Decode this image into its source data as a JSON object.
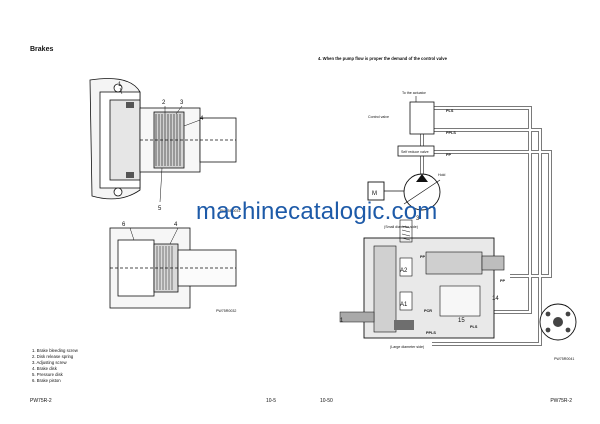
{
  "left_page": {
    "section_title": "Brakes",
    "figure_top_labels": [
      "1",
      "2",
      "3",
      "4",
      "5"
    ],
    "figure_top_code": "PW75R0031",
    "figure_bottom_labels": [
      "6",
      "4"
    ],
    "figure_bottom_code": "PW75R0032",
    "captions": [
      "1.  Brake bleeding screw",
      "2.  Disk release spring",
      "3.  Adjusting screw",
      "4.  Brake disk",
      "5.  Pressure disk",
      "6.  Brake piston"
    ],
    "footer_model": "PW75R-2",
    "page_number": "10-5"
  },
  "right_page": {
    "subtitle": "4.  When the pump flow is proper the demand of the control valve",
    "diagram": {
      "to_actuator": "To the actuator",
      "control_valve": "Control valve",
      "self_reduce_valve": "Self reduce valve",
      "motor": "M",
      "hold": "Hold",
      "small_dia": "(Small diameter side)",
      "large_dia": "(Large diameter side)",
      "ports": [
        "PLS",
        "PPLS",
        "PP",
        "PP",
        "PP",
        "PCR",
        "PPLS",
        "PLS"
      ],
      "chambers": [
        "A2",
        "A1"
      ],
      "numbers": [
        "3",
        "14",
        "15",
        "1"
      ],
      "code": "PW75R0041"
    },
    "page_number": "10-50",
    "footer_model": "PW75R-2"
  },
  "watermark": "machinecatalogic.com",
  "colors": {
    "ink": "#111111",
    "fill_gray": "#c8c8c8",
    "dark_gray": "#6e6e6e",
    "watermark": "#1d5aa8"
  }
}
